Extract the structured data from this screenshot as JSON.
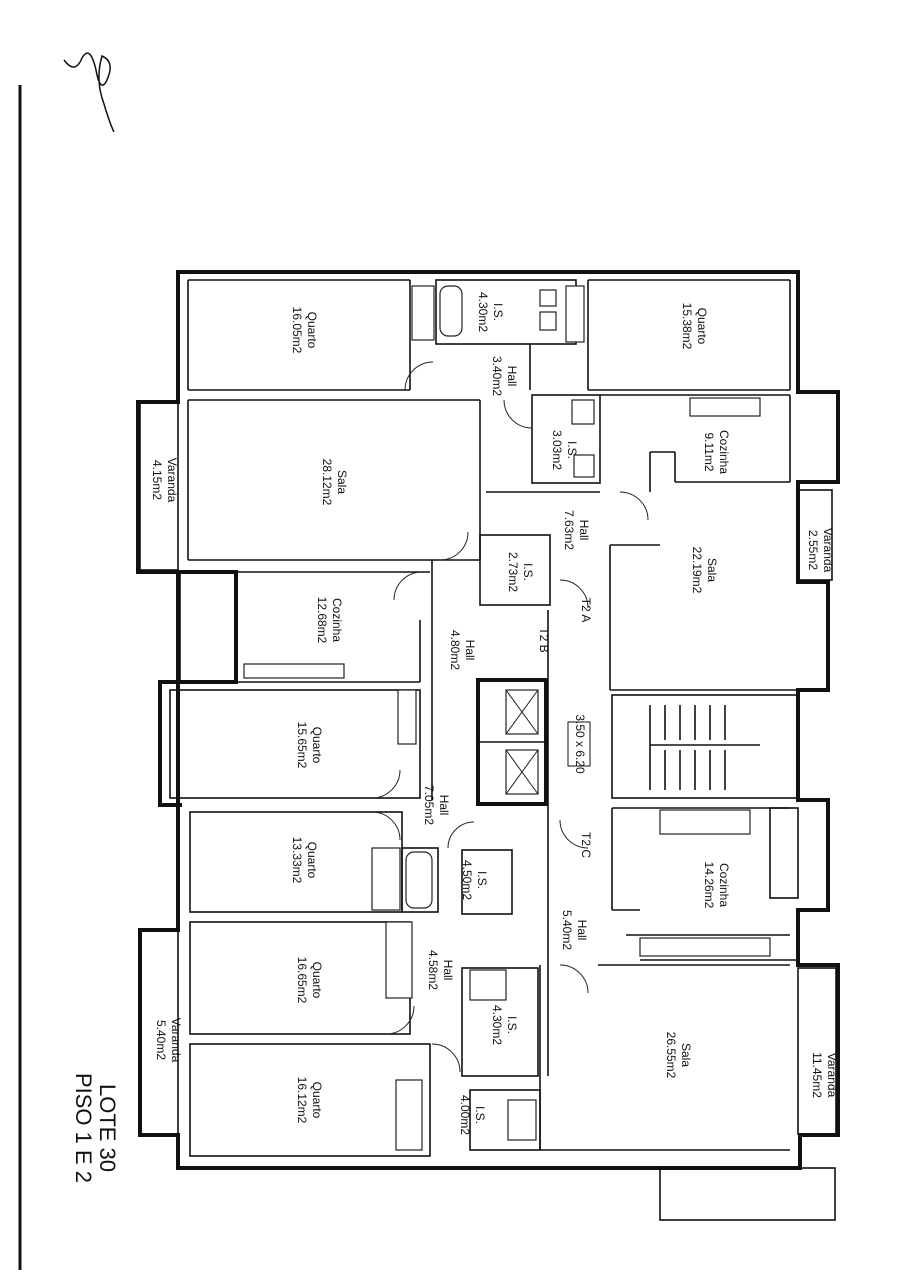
{
  "title": {
    "line1": "LOTE 30",
    "line2": "PISO 1 E 2"
  },
  "dimension_box": "3.50 x 6.20",
  "rooms": {
    "quarto_16_05": {
      "name": "Quarto",
      "area": "16.05m2"
    },
    "is_4_30_top": {
      "name": "I.S.",
      "area": "4.30m2"
    },
    "quarto_15_38": {
      "name": "Quarto",
      "area": "15.38m2"
    },
    "hall_3_40": {
      "name": "Hall",
      "area": "3.40m2"
    },
    "varanda_4_15": {
      "name": "Varanda",
      "area": "4.15m2"
    },
    "sala_28_12": {
      "name": "Sala",
      "area": "28.12m2"
    },
    "is_3_03": {
      "name": "I.S.",
      "area": "3.03m2"
    },
    "cozinha_9_11": {
      "name": "Cozinha",
      "area": "9.11m2"
    },
    "hall_7_63": {
      "name": "Hall",
      "area": "7.63m2"
    },
    "varanda_2_55": {
      "name": "Varanda",
      "area": "2.55m2"
    },
    "sala_22_19": {
      "name": "Sala",
      "area": "22.19m2"
    },
    "is_2_73": {
      "name": "I.S.",
      "area": "2.73m2"
    },
    "cozinha_12_68": {
      "name": "Cozinha",
      "area": "12.68m2"
    },
    "hall_4_80": {
      "name": "Hall",
      "area": "4.80m2"
    },
    "quarto_15_65": {
      "name": "Quarto",
      "area": "15.65m2"
    },
    "hall_7_05": {
      "name": "Hall",
      "area": "7.05m2"
    },
    "quarto_13_33": {
      "name": "Quarto",
      "area": "13.33m2"
    },
    "is_4_50": {
      "name": "I.S.",
      "area": "4.50m2"
    },
    "cozinha_14_26": {
      "name": "Cozinha",
      "area": "14.26m2"
    },
    "hall_5_40": {
      "name": "Hall",
      "area": "5.40m2"
    },
    "quarto_16_65": {
      "name": "Quarto",
      "area": "16.65m2"
    },
    "hall_4_58": {
      "name": "Hall",
      "area": "4.58m2"
    },
    "is_4_30_bottom": {
      "name": "I.S.",
      "area": "4.30m2"
    },
    "varanda_5_40": {
      "name": "Varanda",
      "area": "5.40m2"
    },
    "sala_26_55": {
      "name": "Sala",
      "area": "26.55m2"
    },
    "varanda_11_45": {
      "name": "Varanda",
      "area": "11.45m2"
    },
    "quarto_16_12": {
      "name": "Quarto",
      "area": "16.12m2"
    },
    "is_4_00": {
      "name": "I.S.",
      "area": "4.00m2"
    }
  },
  "units": {
    "t2a": "T2 A",
    "t2b": "T2 B",
    "t2c": "T2 C"
  }
}
